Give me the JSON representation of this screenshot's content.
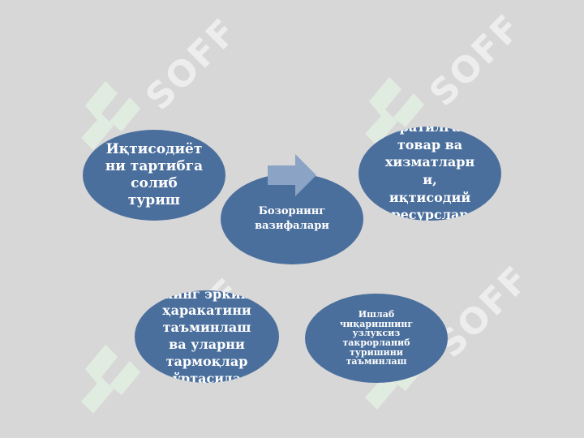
{
  "slide": {
    "background": "#d7d7d7",
    "node_color": "#4a6f9d",
    "arrow_color": "#8ba3c4"
  },
  "watermark": {
    "text": "SOFF",
    "icon": "soff-logo-icon"
  },
  "nodes": [
    {
      "id": "center",
      "text": "Бозорнинг\nвазифалари"
    },
    {
      "id": "top-left",
      "text": "Иқтисодиёт\nни тартибга\nсолиб\nтуриш"
    },
    {
      "id": "top-right",
      "text": "яратилган\nтовар ва\nхизматларн\nи,\nиқтисодий\nресурслар"
    },
    {
      "id": "bottom-left",
      "text": "нинг эркин\nҳаракатини\nтаъминлаш\nва уларни\nтармоқлар\nўртасида"
    },
    {
      "id": "bottom-right",
      "text": "Ишлаб\nчиқаришнинг\nузлуксиз\nтакрорланиб\nтуришини\nтаъминлаш"
    }
  ],
  "arrow": {
    "icon": "right-arrow-icon"
  }
}
